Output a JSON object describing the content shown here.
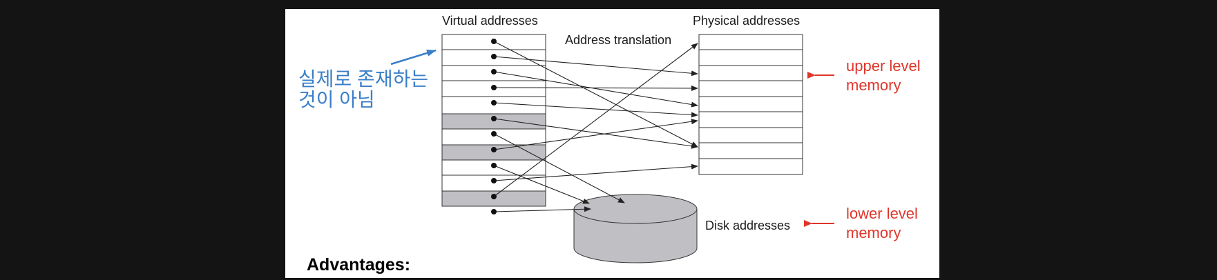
{
  "labels": {
    "virtual": "Virtual addresses",
    "physical": "Physical addresses",
    "translation": "Address translation",
    "disk": "Disk addresses"
  },
  "annotations": {
    "korean_line1": "실제로 존재하는",
    "korean_line2": "것이 아님",
    "upper_line1": "upper level",
    "upper_line2": "memory",
    "lower_line1": "lower level",
    "lower_line2": "memory"
  },
  "footer": {
    "heading": "Advantages:"
  },
  "colors": {
    "annotation_blue": "#3a7ec8",
    "annotation_red": "#e0352b",
    "disk_fill": "#c0c0c4",
    "shaded_page": "#c0c0c4"
  }
}
